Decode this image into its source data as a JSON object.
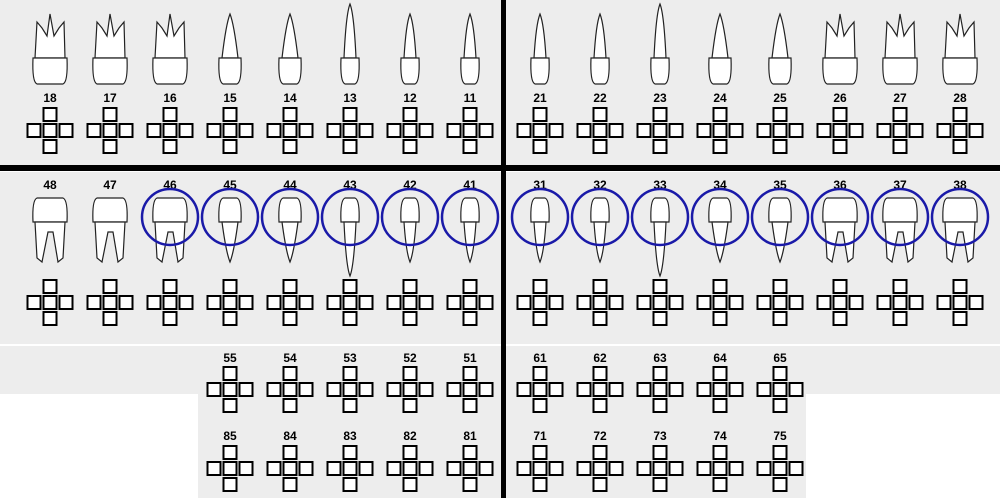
{
  "colors": {
    "background": "#ededed",
    "divider": "#000000",
    "box_border": "#000000",
    "selection_circle": "#1a1aa8"
  },
  "upper_permanent": {
    "right": [
      "18",
      "17",
      "16",
      "15",
      "14",
      "13",
      "12",
      "11"
    ],
    "left": [
      "21",
      "22",
      "23",
      "24",
      "25",
      "26",
      "27",
      "28"
    ]
  },
  "lower_permanent": {
    "right": [
      "48",
      "47",
      "46",
      "45",
      "44",
      "43",
      "42",
      "41"
    ],
    "left": [
      "31",
      "32",
      "33",
      "34",
      "35",
      "36",
      "37",
      "38"
    ]
  },
  "upper_primary": {
    "right": [
      "55",
      "54",
      "53",
      "52",
      "51"
    ],
    "left": [
      "61",
      "62",
      "63",
      "64",
      "65"
    ]
  },
  "lower_primary": {
    "right": [
      "85",
      "84",
      "83",
      "82",
      "81"
    ],
    "left": [
      "71",
      "72",
      "73",
      "74",
      "75"
    ]
  },
  "marked_teeth": [
    "46",
    "45",
    "44",
    "43",
    "42",
    "41",
    "31",
    "32",
    "33",
    "34",
    "35",
    "36",
    "37",
    "38"
  ],
  "surface_boxes_per_tooth": 5
}
